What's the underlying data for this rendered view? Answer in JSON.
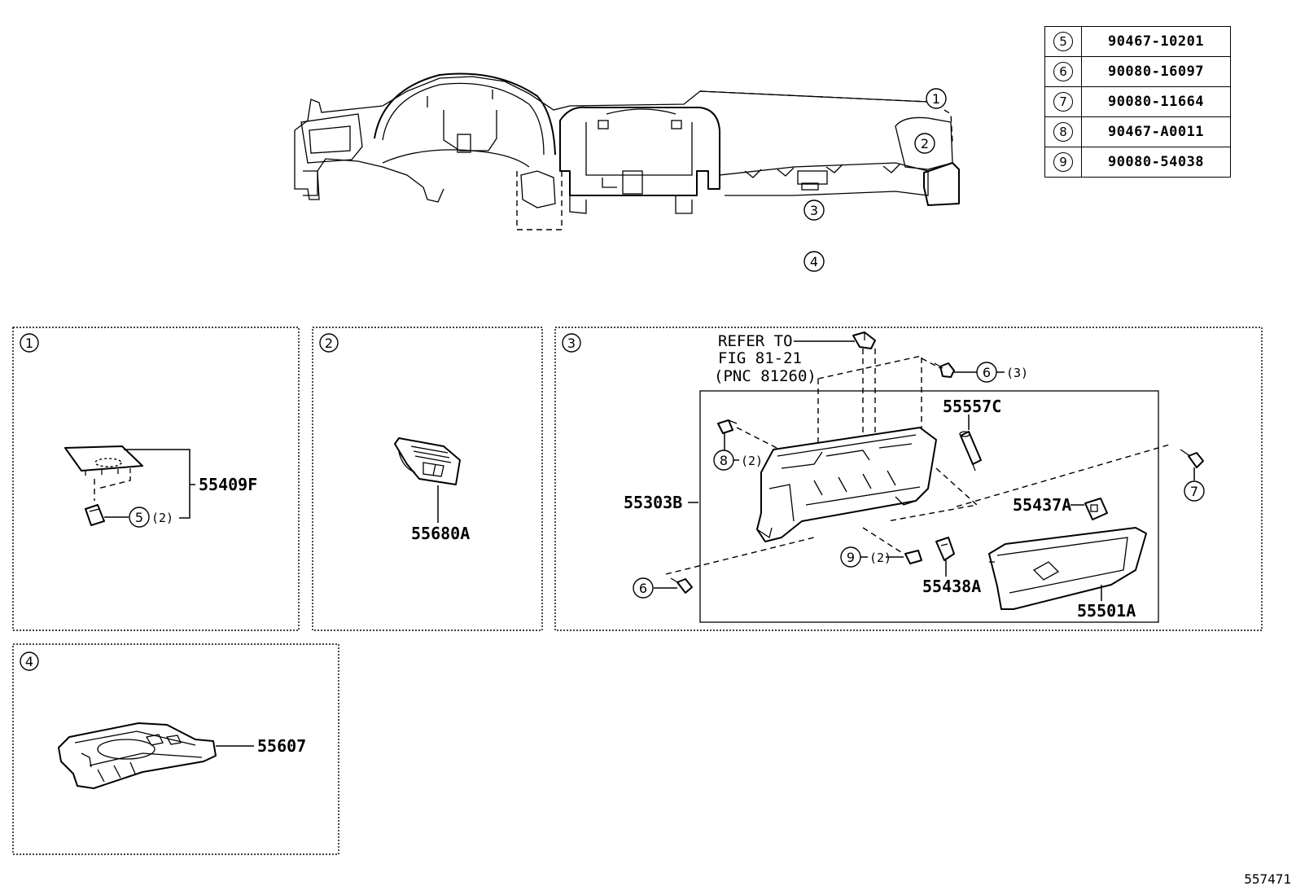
{
  "reference_table": [
    {
      "callout": "5",
      "part_number": "90467-10201"
    },
    {
      "callout": "6",
      "part_number": "90080-16097"
    },
    {
      "callout": "7",
      "part_number": "90080-11664"
    },
    {
      "callout": "8",
      "part_number": "90467-A0011"
    },
    {
      "callout": "9",
      "part_number": "90080-54038"
    }
  ],
  "overview": {
    "callouts": [
      "1",
      "2",
      "3",
      "4"
    ]
  },
  "panel1": {
    "callout": "1",
    "parts": {
      "p55409F": "55409F"
    },
    "fastener": {
      "callout": "5",
      "qty": "(2)"
    }
  },
  "panel2": {
    "callout": "2",
    "parts": {
      "p55680A": "55680A"
    }
  },
  "panel3": {
    "callout": "3",
    "refer": {
      "line1": "REFER TO",
      "line2": "FIG 81-21",
      "line3": "(PNC 81260)"
    },
    "parts": {
      "p55557C": "55557C",
      "p55303B": "55303B",
      "p55437A": "55437A",
      "p55438A": "55438A",
      "p55501A": "55501A"
    },
    "fasteners": {
      "f6_top": {
        "callout": "6",
        "qty": "(3)"
      },
      "f8": {
        "callout": "8",
        "qty": "(2)"
      },
      "f9": {
        "callout": "9",
        "qty": "(2)"
      },
      "f7": {
        "callout": "7"
      },
      "f6_bottom": {
        "callout": "6"
      }
    }
  },
  "panel4": {
    "callout": "4",
    "parts": {
      "p55607": "55607"
    }
  },
  "diagram_number": "557471"
}
